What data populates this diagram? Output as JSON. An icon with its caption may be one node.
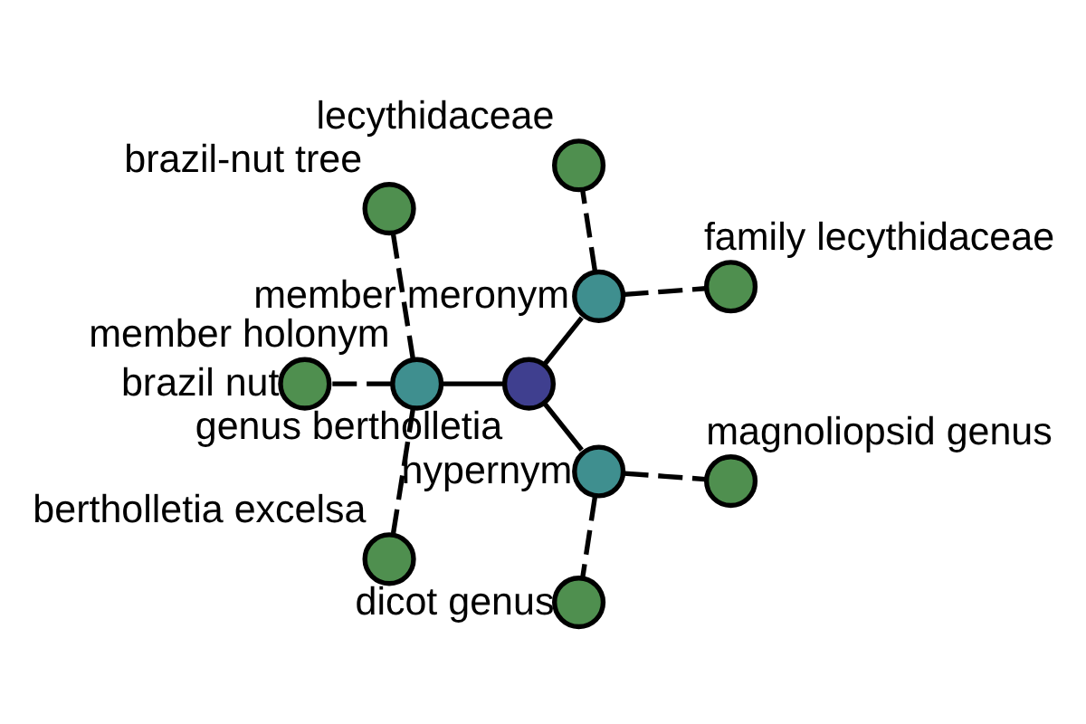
{
  "diagram": {
    "nodes": [
      {
        "text": [],
        "shape": "circle",
        "beside": [
          "family lecythidaceae"
        ]
      },
      {
        "text": [],
        "shape": "circle",
        "beside": [
          "lecythidaceae"
        ]
      },
      {
        "text": [],
        "shape": "circle",
        "beside": [
          "member meronym"
        ]
      },
      {
        "text": [],
        "shape": "circle",
        "beside": [
          "brazil-nut tree"
        ]
      },
      {
        "text": [],
        "shape": "circle",
        "beside": [
          "genus bertholletia"
        ]
      },
      {
        "text": [],
        "shape": "circle",
        "beside": [
          "member holonym"
        ]
      },
      {
        "text": [],
        "shape": "circle",
        "beside": [
          "brazil nut"
        ]
      },
      {
        "text": [],
        "shape": "circle",
        "beside": [
          "bertholletia excelsa"
        ]
      },
      {
        "text": [],
        "shape": "circle",
        "beside": [
          "hypernym"
        ]
      },
      {
        "text": [],
        "shape": "circle",
        "beside": [
          "dicot genus"
        ]
      },
      {
        "text": [],
        "shape": "circle",
        "beside": [
          "magnoliopsid genus"
        ]
      }
    ],
    "edges": [
      {
        "from": 4,
        "to": 2,
        "arrow": "none"
      },
      {
        "from": 4,
        "to": 5,
        "arrow": "none"
      },
      {
        "from": 4,
        "to": 8,
        "arrow": "none"
      },
      {
        "from": 2,
        "to": 0,
        "arrow": "none",
        "style": "dashed"
      },
      {
        "from": 2,
        "to": 1,
        "arrow": "none",
        "style": "dashed"
      },
      {
        "from": 5,
        "to": 3,
        "arrow": "none",
        "style": "dashed"
      },
      {
        "from": 5,
        "to": 6,
        "arrow": "none",
        "style": "dashed"
      },
      {
        "from": 5,
        "to": 7,
        "arrow": "none",
        "style": "dashed"
      },
      {
        "from": 8,
        "to": 9,
        "arrow": "none",
        "style": "dashed"
      },
      {
        "from": 8,
        "to": 10,
        "arrow": "none",
        "style": "dashed"
      }
    ]
  }
}
